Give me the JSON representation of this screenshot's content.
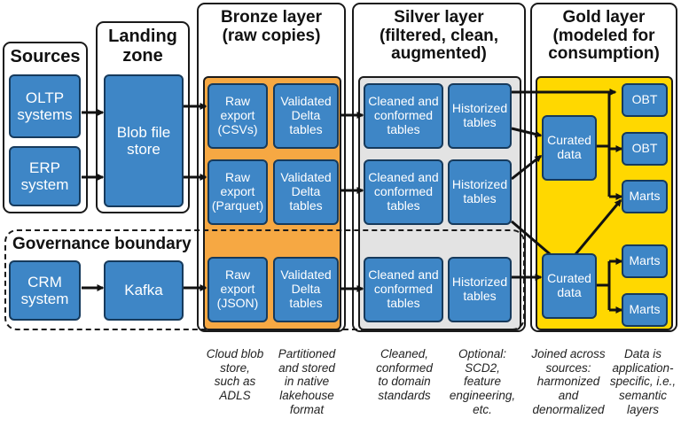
{
  "sections": {
    "sources": "Sources",
    "landing": "Landing\nzone",
    "bronze": "Bronze layer\n(raw copies)",
    "silver": "Silver layer\n(filtered, clean,\naugmented)",
    "gold": "Gold layer\n(modeled for\nconsumption)"
  },
  "governance_label": "Governance boundary",
  "nodes": {
    "oltp": "OLTP\nsystems",
    "erp": "ERP\nsystem",
    "crm": "CRM\nsystem",
    "blob": "Blob file\nstore",
    "kafka": "Kafka",
    "raw1": "Raw\nexport\n(CSVs)",
    "raw2": "Raw\nexport\n(Parquet)",
    "raw3": "Raw\nexport\n(JSON)",
    "val1": "Validated\nDelta\ntables",
    "val2": "Validated\nDelta\ntables",
    "val3": "Validated\nDelta\ntables",
    "clean1": "Cleaned and\nconformed\ntables",
    "clean2": "Cleaned and\nconformed\ntables",
    "clean3": "Cleaned and\nconformed\ntables",
    "hist1": "Historized\ntables",
    "hist2": "Historized\ntables",
    "hist3": "Historized\ntables",
    "curated1": "Curated\ndata",
    "curated2": "Curated\ndata",
    "obt1": "OBT",
    "obt2": "OBT",
    "marts1": "Marts",
    "marts2": "Marts",
    "marts3": "Marts"
  },
  "notes": {
    "bronze_left": "Cloud blob\nstore,\nsuch as\nADLS",
    "bronze_right": "Partitioned\nand stored\nin native\nlakehouse\nformat",
    "silver_left": "Cleaned,\nconformed\nto domain\nstandards",
    "silver_right": "Optional:\nSCD2,\nfeature\nengineering,\netc.",
    "gold_left": "Joined across\nsources:\nharmonized\nand\ndenormalized",
    "gold_right": "Data is\napplication-\nspecific, i.e.,\nsemantic\nlayers"
  },
  "colors": {
    "node_fill": "#3e86c6",
    "node_border": "#163a5c",
    "bronze_band": "#f6a843",
    "silver_band": "#e3e3e3",
    "gold_band": "#ffd800"
  }
}
